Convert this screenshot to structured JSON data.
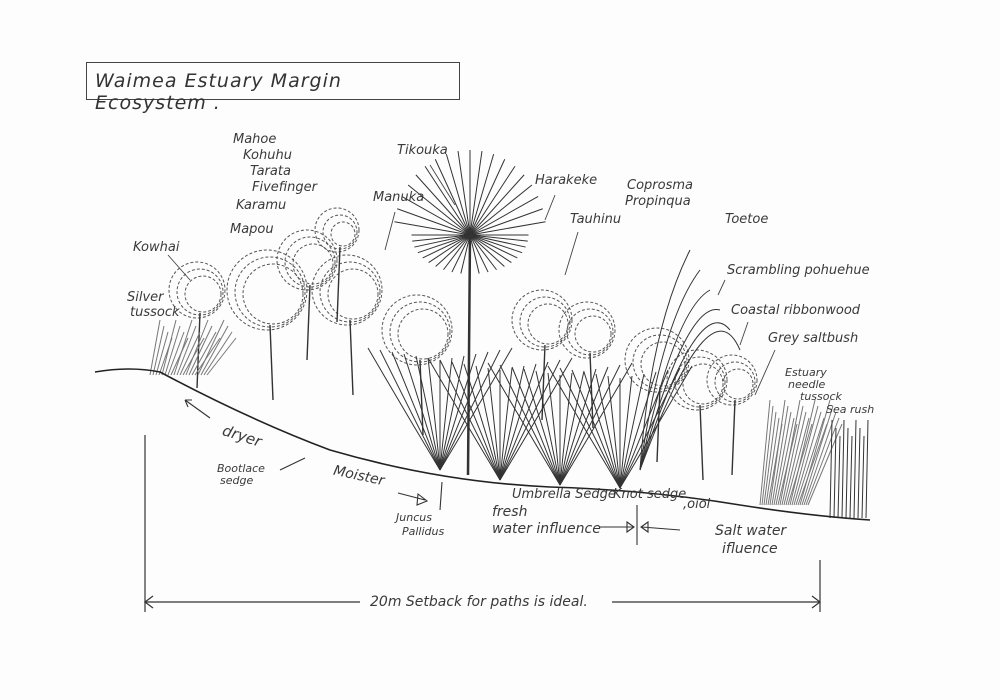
{
  "title": "Waimea Estuary Margin Ecosystem .",
  "plant_labels": {
    "mahoe": "Mahoe",
    "kohuhu": "Kohuhu",
    "tarata": "Tarata",
    "fivefinger": "Fivefinger",
    "karamu": "Karamu",
    "mapou": "Mapou",
    "kowhai": "Kowhai",
    "silver": "Silver",
    "tussock": "tussock",
    "manuka": "Manuka",
    "tikouka": "Tikouka",
    "harakeke": "Harakeke",
    "coprosma": "Coprosma",
    "propinqua": "Propinqua",
    "tauhinu": "Tauhinu",
    "toetoe": "Toetoe",
    "pohuehue": "Scrambling pohuehue",
    "ribbonwood": "Coastal ribbonwood",
    "saltbush": "Grey saltbush",
    "estuary": "Estuary",
    "needle": "needle",
    "needle_tussock": "tussock",
    "sea_rush": "Sea rush",
    "bootlace": "Bootlace",
    "sedge": "sedge",
    "juncus": "Juncus",
    "pallidus": "Pallidus",
    "umbrella": "Umbrella Sedge",
    "knot": "Knot sedge",
    "oioi": ",oioi"
  },
  "gradient_labels": {
    "dryer": "dryer",
    "moister": "Moister",
    "fresh1": "fresh",
    "fresh2": "water influence",
    "salt1": "Salt water",
    "salt2": "ifluence"
  },
  "setback": "20m Setback for paths is ideal."
}
